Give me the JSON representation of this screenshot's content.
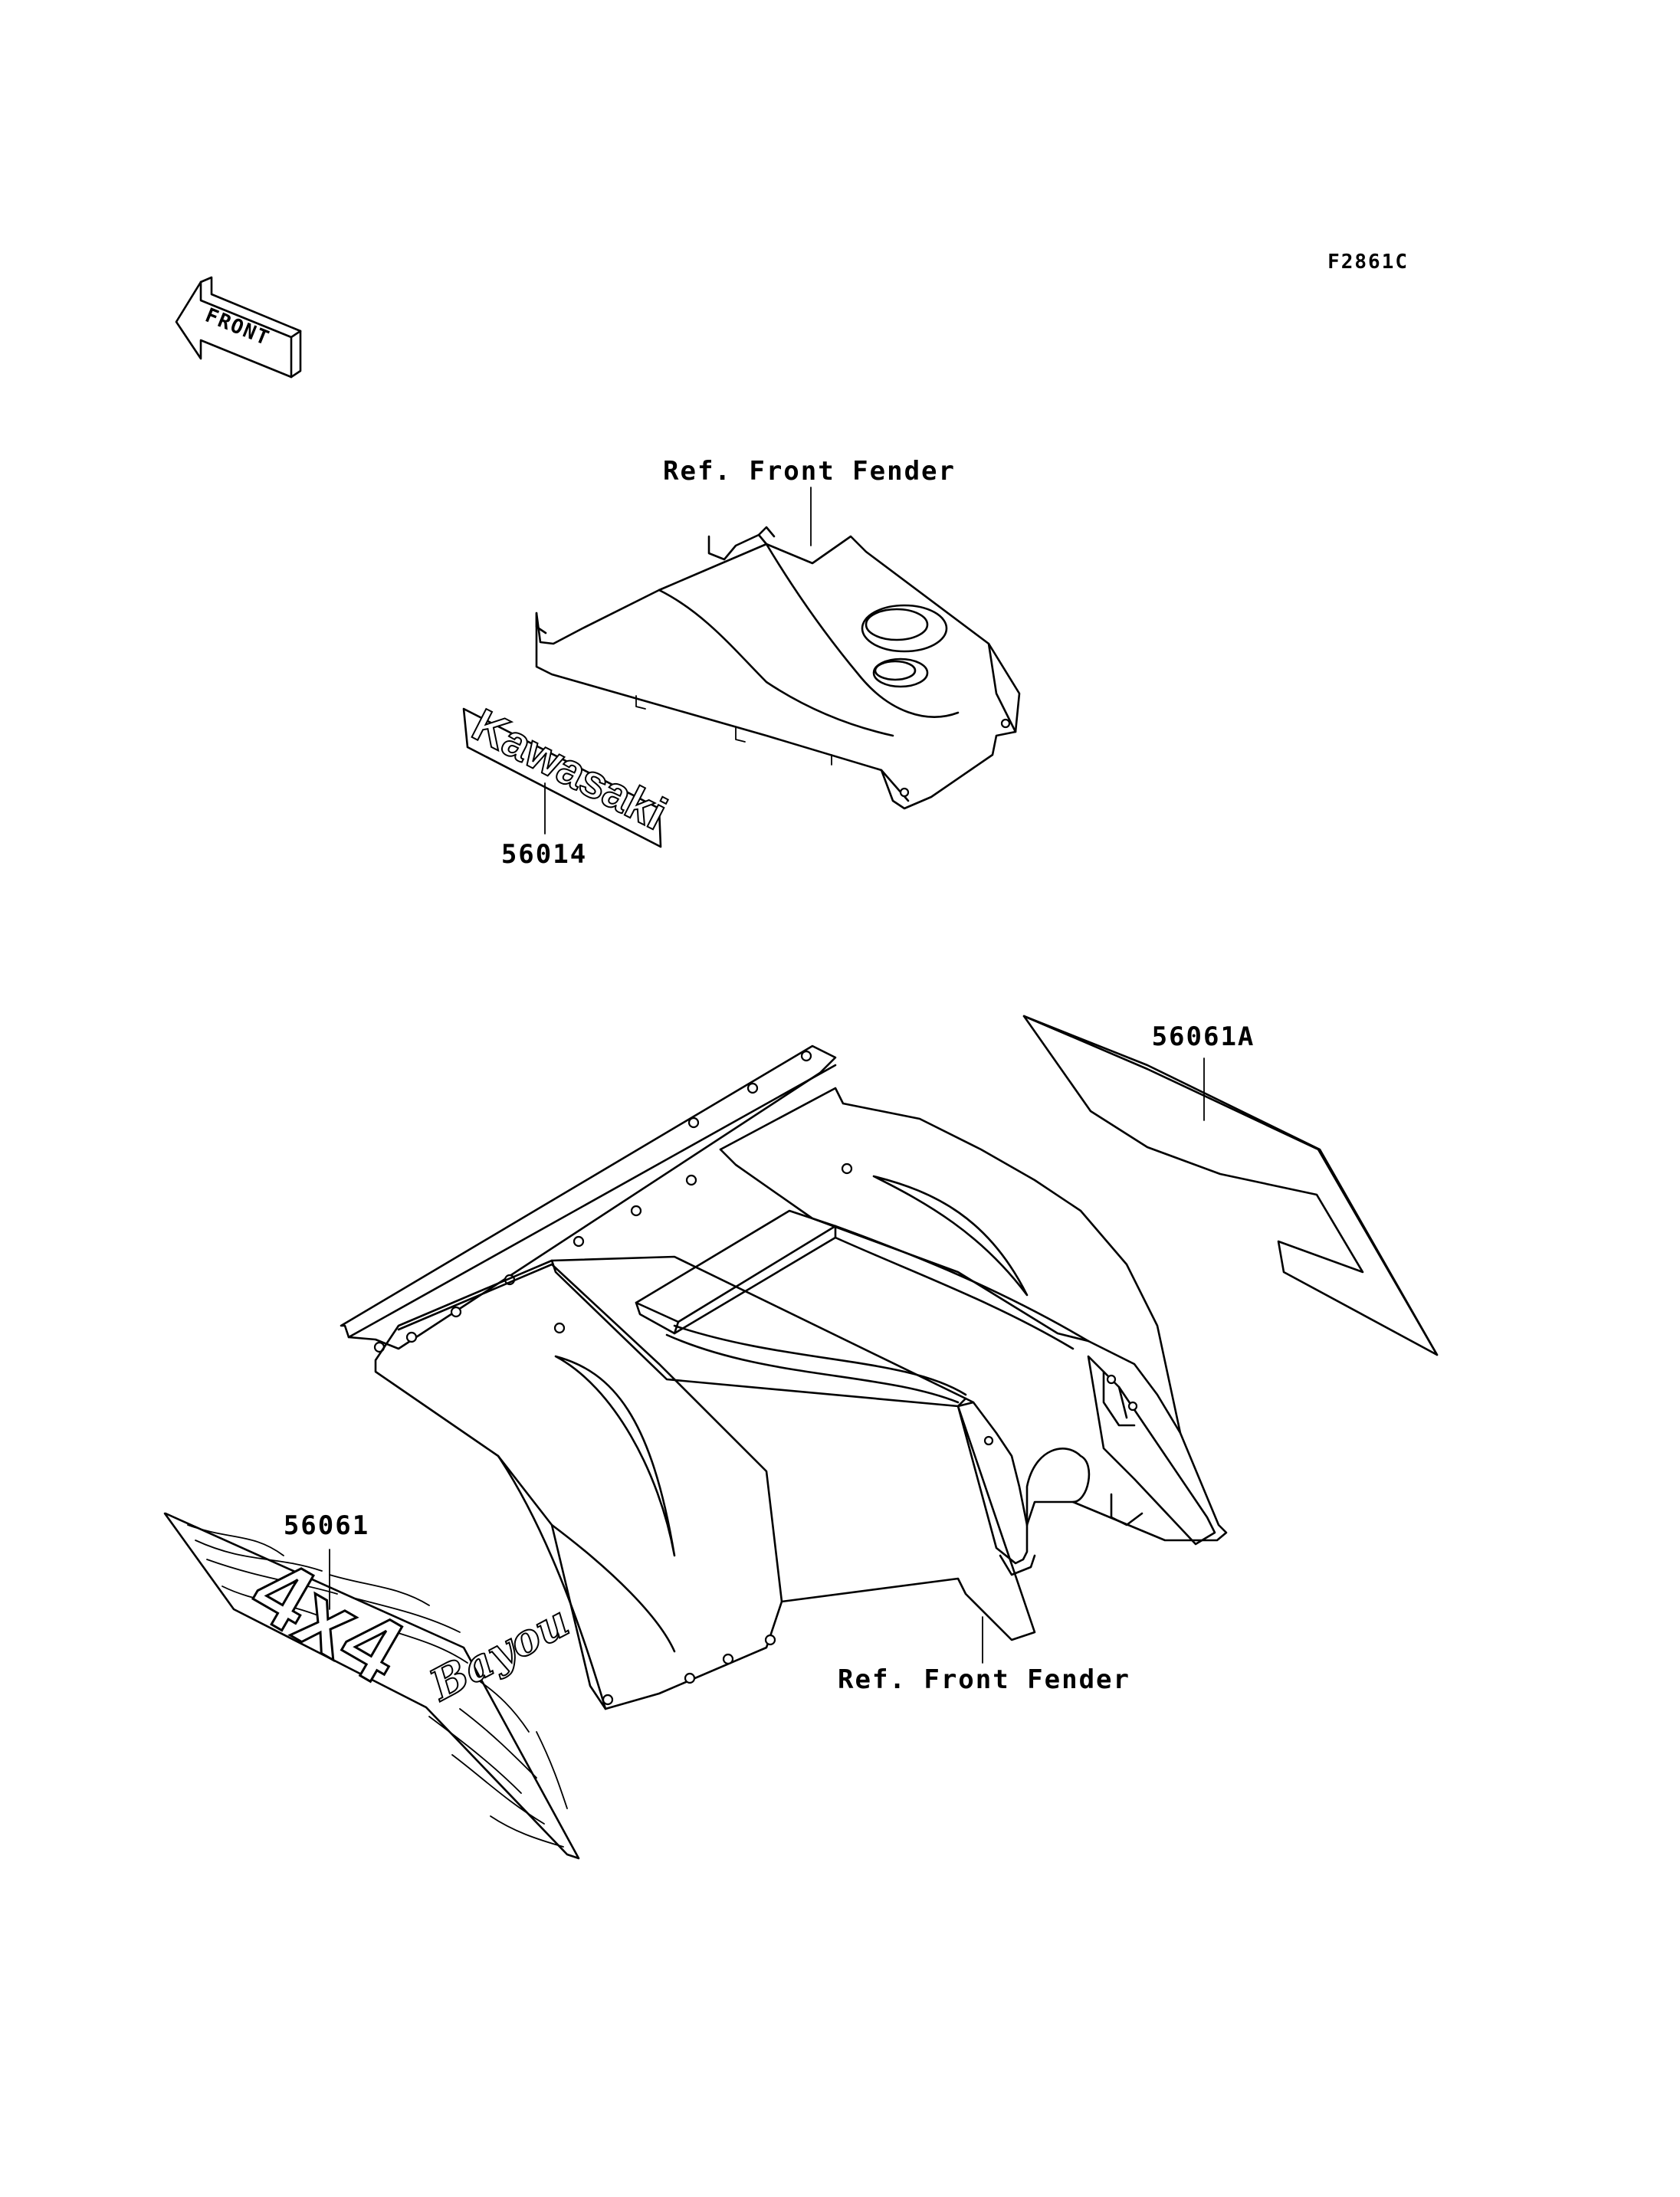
{
  "figure_code": "F2861C",
  "front_arrow_text": "FRONT",
  "labels": {
    "front_fender_top_ref": "Ref. Front Fender",
    "front_fender_bottom_ref": "Ref. Front Fender",
    "kawasaki_decal_part": "56014",
    "side_decal_right_part": "56061A",
    "side_decal_left_part": "56061"
  },
  "decal_lettering": {
    "kawasaki": "Kawasaki",
    "four_by_four": "4x4",
    "model": "Bayou"
  },
  "colors": {
    "line": "#000000",
    "background": "#ffffff"
  }
}
